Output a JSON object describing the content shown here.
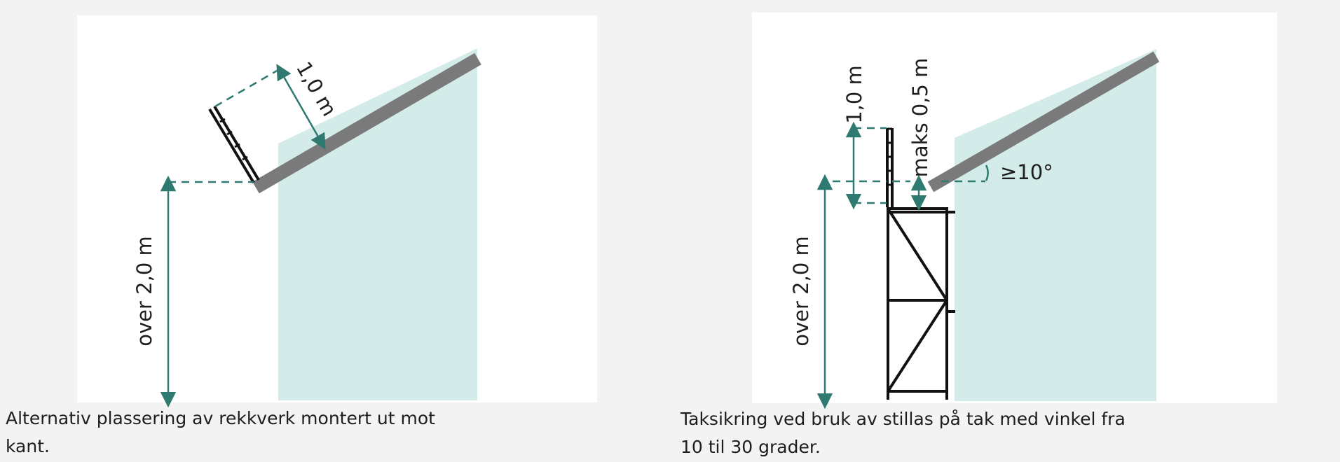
{
  "colors": {
    "background": "#f3f3f3",
    "panel": "#ffffff",
    "roof": "#7a7a7a",
    "wall_fill": "#d4ece9",
    "dimension": "#2e7a70",
    "line": "#111111",
    "text": "#1e1e1e"
  },
  "figures": [
    {
      "labels": {
        "height": "over 2,0 m",
        "rail_height": "1,0 m"
      },
      "caption": "Alternativ plassering av rekkverk montert ut mot kant."
    },
    {
      "labels": {
        "height": "over 2,0 m",
        "rail_height": "1,0 m",
        "max_gap": "maks 0,5 m",
        "angle": "≥10°"
      },
      "caption": "Taksikring ved bruk av stillas på tak med vinkel fra 10 til 30 grader."
    }
  ]
}
